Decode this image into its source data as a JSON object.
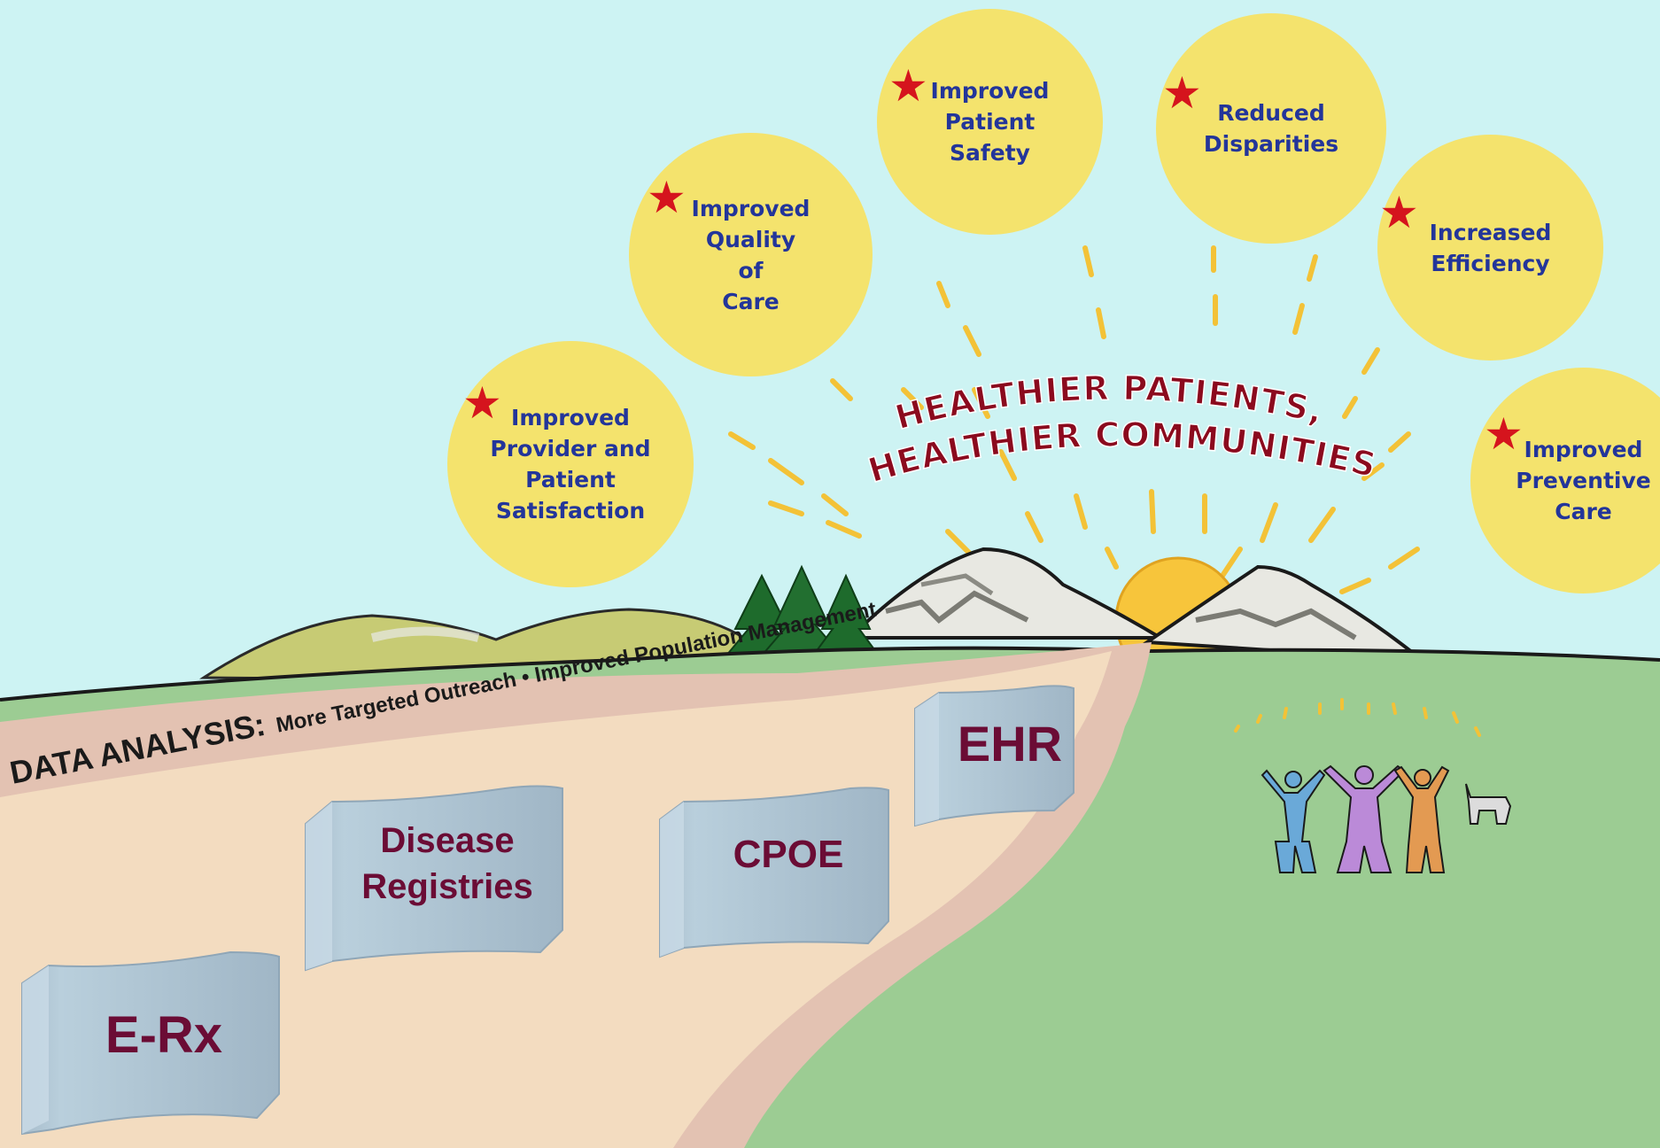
{
  "headline": {
    "line1": "HEALTHIER PATIENTS,",
    "line2": "HEALTHIER COMMUNITIES"
  },
  "path_label": {
    "prefix": "DATA ANALYSIS:",
    "text": "More Targeted Outreach • Improved Population Management"
  },
  "outcomes": [
    {
      "label": "Improved\nProvider and\nPatient\nSatisfaction",
      "icon": "star-icon"
    },
    {
      "label": "Improved\nQuality\nof\nCare",
      "icon": "star-icon"
    },
    {
      "label": "Improved\nPatient\nSafety",
      "icon": "star-icon"
    },
    {
      "label": "Reduced\nDisparities",
      "icon": "star-icon"
    },
    {
      "label": "Increased\nEfficiency",
      "icon": "star-icon"
    },
    {
      "label": "Improved\nPreventive\nCare",
      "icon": "star-icon"
    }
  ],
  "steps": [
    {
      "label": "E-Rx"
    },
    {
      "label": "Disease\nRegistries"
    },
    {
      "label": "CPOE"
    },
    {
      "label": "EHR"
    }
  ],
  "colors": {
    "sky": "#cdf3f3",
    "sun_bubble": "#f4e36d",
    "outcome_text": "#23359a",
    "star": "#d5141d",
    "headline": "#8b0a1e",
    "sign_text": "#6b0c35",
    "grass": "#9ccc93",
    "path": "#f3dcc0"
  }
}
